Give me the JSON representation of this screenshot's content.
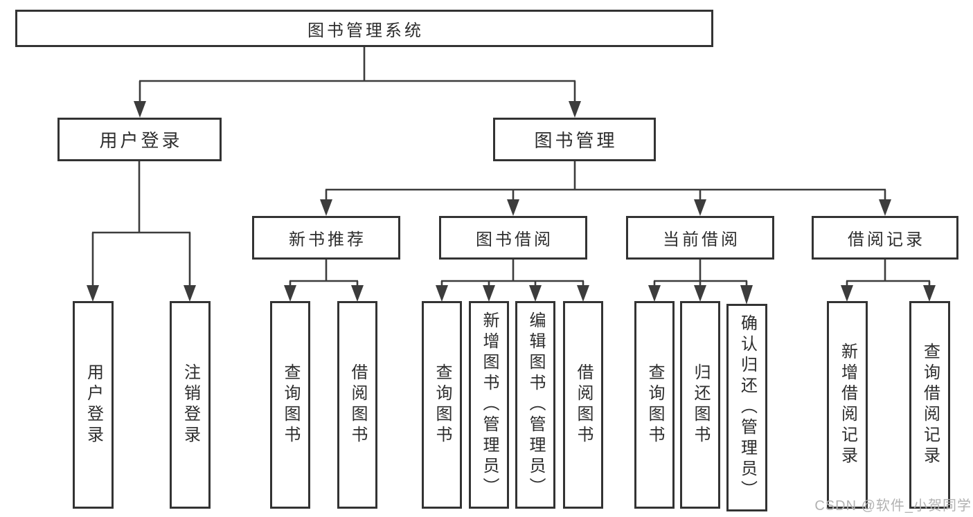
{
  "diagram": {
    "type": "hierarchy-tree",
    "tree": {
      "label": "图书管理系统",
      "children": [
        {
          "label": "用户登录",
          "children": [
            {
              "label": "用户登录"
            },
            {
              "label": "注销登录"
            }
          ]
        },
        {
          "label": "图书管理",
          "children": [
            {
              "label": "新书推荐",
              "children": [
                {
                  "label": "查询图书"
                },
                {
                  "label": "借阅图书"
                }
              ]
            },
            {
              "label": "图书借阅",
              "children": [
                {
                  "label": "查询图书"
                },
                {
                  "label": "新增图书（管理员）"
                },
                {
                  "label": "编辑图书（管理员）"
                },
                {
                  "label": "借阅图书"
                }
              ]
            },
            {
              "label": "当前借阅",
              "children": [
                {
                  "label": "查询图书"
                },
                {
                  "label": "归还图书"
                },
                {
                  "label": "确认归还（管理员）"
                }
              ]
            },
            {
              "label": "借阅记录",
              "children": [
                {
                  "label": "新增借阅记录"
                },
                {
                  "label": "查询借阅记录"
                }
              ]
            }
          ]
        }
      ]
    },
    "colors": {
      "line": "#3c3c3c",
      "box_border": "#333333",
      "box_fill": "#ffffff",
      "text": "#2d2d2d",
      "background": "#ffffff"
    }
  },
  "watermark": {
    "text": "CSDN @软件_小贺同学",
    "color": "#b2b2b2"
  }
}
